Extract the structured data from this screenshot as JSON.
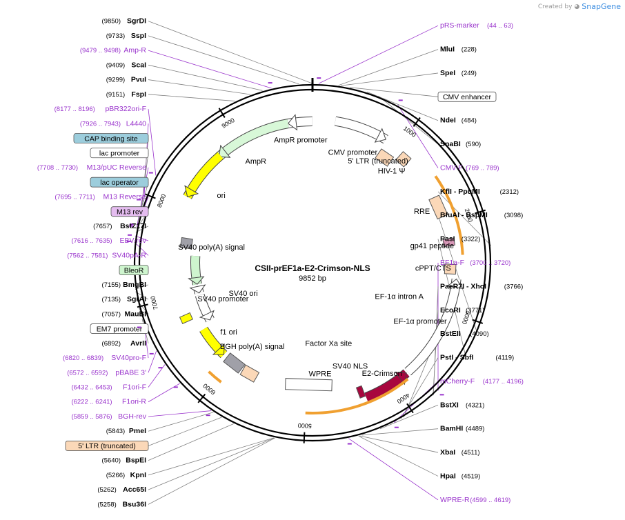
{
  "credit": {
    "prefix": "Created by",
    "brand": "SnapGene"
  },
  "plasmid": {
    "name": "CSII-prEF1a-E2-Crimson-NLS",
    "length_label": "9852 bp",
    "length": 9852
  },
  "ticks": [
    "1000",
    "2000",
    "3000",
    "4000",
    "5000",
    "6000",
    "7000",
    "8000",
    "9000"
  ],
  "colors": {
    "primer": "#9933cc",
    "amp": "#d8f8d8",
    "ori": "#ffff00",
    "orange": "#f0a030",
    "crimson": "#a8063e",
    "pink": "#d898b8",
    "promoter": "#ffffff",
    "bleo": "#cef5ce",
    "cap": "#9ccddc",
    "ltr": "#fbd8b8",
    "m13rev": "#e4bcef",
    "gray": "#a0a0a8"
  },
  "sites": [
    {
      "name": "SgrDI",
      "pos": "(9850)",
      "ppos": 9850,
      "side": "L",
      "kind": "enzyme",
      "icon": ""
    },
    {
      "name": "SspI",
      "pos": "(9733)",
      "ppos": 9733,
      "side": "L",
      "kind": "enzyme",
      "icon": ""
    },
    {
      "name": "Amp-R",
      "pos": "(9479 .. 9498)",
      "ppos": 9490,
      "side": "L",
      "kind": "primer",
      "icon": "primer-arrow-icon"
    },
    {
      "name": "ScaI",
      "pos": "(9409)",
      "ppos": 9409,
      "side": "L",
      "kind": "enzyme",
      "icon": ""
    },
    {
      "name": "PvuI",
      "pos": "(9299)",
      "ppos": 9299,
      "side": "L",
      "kind": "enzyme",
      "icon": ""
    },
    {
      "name": "FspI",
      "pos": "(9151)",
      "ppos": 9151,
      "side": "L",
      "kind": "enzyme",
      "icon": ""
    },
    {
      "name": "pBR322ori-F",
      "pos": "(8177 .. 8196)",
      "ppos": 8186,
      "side": "L",
      "kind": "primer",
      "icon": "primer-arrow-icon"
    },
    {
      "name": "L4440",
      "pos": "(7926 .. 7943)",
      "ppos": 7935,
      "side": "L",
      "kind": "primer",
      "icon": "primer-arrow-icon"
    },
    {
      "name": "CAP binding site",
      "pos": "",
      "ppos": 7880,
      "side": "L",
      "kind": "box",
      "color": "cap",
      "icon": ""
    },
    {
      "name": "lac promoter",
      "pos": "",
      "ppos": 7850,
      "side": "L",
      "kind": "box",
      "color": "promoter",
      "icon": ""
    },
    {
      "name": "M13/pUC Reverse",
      "pos": "(7708 .. 7730)",
      "ppos": 7719,
      "side": "L",
      "kind": "primer",
      "icon": "primer-arrow-icon"
    },
    {
      "name": "lac operator",
      "pos": "",
      "ppos": 7750,
      "side": "L",
      "kind": "box",
      "color": "cap",
      "icon": ""
    },
    {
      "name": "M13 Reverse",
      "pos": "(7695 .. 7711)",
      "ppos": 7703,
      "side": "L",
      "kind": "primer",
      "icon": "primer-arrow-icon"
    },
    {
      "name": "M13 rev",
      "pos": "",
      "ppos": 7690,
      "side": "L",
      "kind": "box",
      "color": "m13rev",
      "icon": ""
    },
    {
      "name": "BstZ17I",
      "pos": "(7657)",
      "ppos": 7657,
      "side": "L",
      "kind": "enzyme",
      "icon": ""
    },
    {
      "name": "EBV-rev",
      "pos": "(7616 .. 7635)",
      "ppos": 7625,
      "side": "L",
      "kind": "primer",
      "icon": "primer-arrow-icon"
    },
    {
      "name": "SV40pA-R",
      "pos": "(7562 .. 7581)",
      "ppos": 7571,
      "side": "L",
      "kind": "primer",
      "icon": "primer-arrow-icon"
    },
    {
      "name": "BleoR",
      "pos": "",
      "ppos": 7300,
      "side": "L",
      "kind": "box",
      "color": "bleo",
      "icon": ""
    },
    {
      "name": "BmgBI",
      "pos": "(7155)",
      "ppos": 7155,
      "side": "L",
      "kind": "enzyme",
      "icon": ""
    },
    {
      "name": "SgrAI",
      "pos": "(7135)",
      "ppos": 7135,
      "side": "L",
      "kind": "enzyme",
      "icon": ""
    },
    {
      "name": "MauBI",
      "pos": "(7057)",
      "ppos": 7057,
      "side": "L",
      "kind": "enzyme",
      "icon": ""
    },
    {
      "name": "EM7 promoter",
      "pos": "",
      "ppos": 6990,
      "side": "L",
      "kind": "box",
      "color": "promoter",
      "icon": ""
    },
    {
      "name": "AvrII",
      "pos": "(6892)",
      "ppos": 6892,
      "side": "L",
      "kind": "enzyme",
      "icon": ""
    },
    {
      "name": "SV40pro-F",
      "pos": "(6820 .. 6839)",
      "ppos": 6830,
      "side": "L",
      "kind": "primer",
      "icon": "primer-arrow-icon"
    },
    {
      "name": "pBABE 3'",
      "pos": "(6572 .. 6592)",
      "ppos": 6582,
      "side": "L",
      "kind": "primer",
      "icon": "primer-arrow-icon"
    },
    {
      "name": "F1ori-F",
      "pos": "(6432 .. 6453)",
      "ppos": 6442,
      "side": "L",
      "kind": "primer",
      "icon": "primer-arrow-icon"
    },
    {
      "name": "F1ori-R",
      "pos": "(6222 .. 6241)",
      "ppos": 6231,
      "side": "L",
      "kind": "primer",
      "icon": "primer-arrow-icon"
    },
    {
      "name": "BGH-rev",
      "pos": "(5859 .. 5876)",
      "ppos": 5867,
      "side": "L",
      "kind": "primer",
      "icon": "primer-arrow-icon"
    },
    {
      "name": "PmeI",
      "pos": "(5843)",
      "ppos": 5843,
      "side": "L",
      "kind": "enzyme",
      "icon": ""
    },
    {
      "name": "5' LTR (truncated)",
      "pos": "",
      "ppos": 5760,
      "side": "L",
      "kind": "box",
      "color": "ltr",
      "icon": ""
    },
    {
      "name": "BspEI",
      "pos": "(5640)",
      "ppos": 5640,
      "side": "L",
      "kind": "enzyme",
      "icon": ""
    },
    {
      "name": "KpnI",
      "pos": "(5266)",
      "ppos": 5266,
      "side": "L",
      "kind": "enzyme",
      "icon": ""
    },
    {
      "name": "Acc65I",
      "pos": "(5262)",
      "ppos": 5262,
      "side": "L",
      "kind": "enzyme",
      "icon": ""
    },
    {
      "name": "Bsu36I",
      "pos": "(5258)",
      "ppos": 5258,
      "side": "L",
      "kind": "enzyme",
      "icon": ""
    },
    {
      "name": "pRS-marker",
      "pos": "(44 .. 63)",
      "ppos": 54,
      "side": "R",
      "kind": "primer",
      "icon": "primer-arrow-icon"
    },
    {
      "name": "MluI",
      "pos": "(228)",
      "ppos": 228,
      "side": "R",
      "kind": "enzyme",
      "icon": ""
    },
    {
      "name": "SpeI",
      "pos": "(249)",
      "ppos": 249,
      "side": "R",
      "kind": "enzyme",
      "icon": ""
    },
    {
      "name": "CMV enhancer",
      "pos": "",
      "ppos": 330,
      "side": "R",
      "kind": "box",
      "color": "promoter",
      "icon": ""
    },
    {
      "name": "NdeI",
      "pos": "(484)",
      "ppos": 484,
      "side": "R",
      "kind": "enzyme",
      "icon": ""
    },
    {
      "name": "SnaBI",
      "pos": "(590)",
      "ppos": 590,
      "side": "R",
      "kind": "enzyme",
      "icon": ""
    },
    {
      "name": "CMV-F",
      "pos": "(769 .. 789)",
      "ppos": 779,
      "side": "R",
      "kind": "primer",
      "icon": "primer-arrow-icon"
    },
    {
      "name": "KflI  - PpuMI",
      "pos": "(2312)",
      "ppos": 2312,
      "side": "R",
      "kind": "enzyme",
      "icon": ""
    },
    {
      "name": "BfuAI  - BspMI",
      "pos": "(3098)",
      "ppos": 3098,
      "side": "R",
      "kind": "enzyme",
      "icon": ""
    },
    {
      "name": "PasI",
      "pos": "(3322)",
      "ppos": 3322,
      "side": "R",
      "kind": "enzyme",
      "icon": ""
    },
    {
      "name": "EF1a-F",
      "pos": "(3700 .. 3720)",
      "ppos": 3710,
      "side": "R",
      "kind": "primer",
      "icon": "primer-arrow-icon"
    },
    {
      "name": "PaeR7I  - XhoI",
      "pos": "(3766)",
      "ppos": 3766,
      "side": "R",
      "kind": "enzyme",
      "icon": ""
    },
    {
      "name": "EcoRI",
      "pos": "(3771)",
      "ppos": 3771,
      "side": "R",
      "kind": "enzyme",
      "icon": ""
    },
    {
      "name": "BstEII",
      "pos": "(4090)",
      "ppos": 4090,
      "side": "R",
      "kind": "enzyme",
      "icon": ""
    },
    {
      "name": "PstI  - SbfI",
      "pos": "(4119)",
      "ppos": 4119,
      "side": "R",
      "kind": "enzyme",
      "icon": ""
    },
    {
      "name": "mCherry-F",
      "pos": "(4177 .. 4196)",
      "ppos": 4186,
      "side": "R",
      "kind": "primer",
      "icon": "primer-arrow-icon"
    },
    {
      "name": "BstXI",
      "pos": "(4321)",
      "ppos": 4321,
      "side": "R",
      "kind": "enzyme",
      "icon": ""
    },
    {
      "name": "BamHI",
      "pos": "(4489)",
      "ppos": 4489,
      "side": "R",
      "kind": "enzyme",
      "icon": ""
    },
    {
      "name": "XbaI",
      "pos": "(4511)",
      "ppos": 4511,
      "side": "R",
      "kind": "enzyme",
      "icon": ""
    },
    {
      "name": "HpaI",
      "pos": "(4519)",
      "ppos": 4519,
      "side": "R",
      "kind": "enzyme",
      "icon": ""
    },
    {
      "name": "WPRE-R",
      "pos": "(4599 .. 4619)",
      "ppos": 4609,
      "side": "R",
      "kind": "primer",
      "icon": "primer-arrow-icon"
    }
  ],
  "features": [
    {
      "name": "AmpR promoter",
      "start": 9580,
      "end": 9850,
      "dir": -1,
      "color": "promoter",
      "icon": "promoter-arrow-icon"
    },
    {
      "name": "AmpR",
      "start": 8720,
      "end": 9580,
      "dir": -1,
      "color": "amp",
      "icon": "amp-arrow-icon"
    },
    {
      "name": "ori",
      "start": 8150,
      "end": 8740,
      "dir": -1,
      "color": "ori",
      "icon": "ori-arrow-icon"
    },
    {
      "name": "SV40 poly(A) signal",
      "start": 7570,
      "end": 7690,
      "dir": 0,
      "color": "gray",
      "icon": ""
    },
    {
      "name": "BleoR",
      "start": 7100,
      "end": 7480,
      "dir": -1,
      "color": "bleo",
      "icon": "bleo-arrow-icon"
    },
    {
      "name": "EM7 promoter",
      "start": 6980,
      "end": 7040,
      "dir": -1,
      "color": "promoter",
      "icon": ""
    },
    {
      "name": "SV40 promoter",
      "start": 6590,
      "end": 6950,
      "dir": -1,
      "color": "promoter",
      "icon": "sv40-promoter-arrow-icon"
    },
    {
      "name": "SV40 ori",
      "start": 6700,
      "end": 6780,
      "dir": 0,
      "color": "ori",
      "icon": ""
    },
    {
      "name": "f1 ori",
      "start": 6130,
      "end": 6530,
      "dir": -1,
      "color": "ori",
      "icon": "f1-ori-arrow-icon"
    },
    {
      "name": "BGH poly(A) signal",
      "start": 5850,
      "end": 6080,
      "dir": 0,
      "color": "gray",
      "icon": ""
    },
    {
      "name": "5' LTR (truncated)",
      "start": 5640,
      "end": 5830,
      "dir": 0,
      "color": "ltr",
      "icon": ""
    },
    {
      "name": "CMV promoter",
      "start": 250,
      "end": 840,
      "dir": 1,
      "color": "promoter",
      "icon": "cmv-arrow-icon"
    },
    {
      "name": "5' LTR (truncated)",
      "start": 850,
      "end": 1030,
      "dir": 0,
      "color": "ltr",
      "icon": ""
    },
    {
      "name": "HIV-1 Ψ",
      "start": 1070,
      "end": 1190,
      "dir": 0,
      "color": "ltr",
      "icon": ""
    },
    {
      "name": "RRE",
      "start": 1690,
      "end": 1930,
      "dir": 0,
      "color": "ltr",
      "icon": ""
    },
    {
      "name": "gp41 peptide",
      "start": 2190,
      "end": 2270,
      "dir": 0,
      "color": "pink",
      "icon": ""
    },
    {
      "name": "cPPT/CTS",
      "start": 2480,
      "end": 2590,
      "dir": 0,
      "color": "ltr",
      "icon": ""
    },
    {
      "name": "EF-1α promoter",
      "start": 2640,
      "end": 3800,
      "dir": -1,
      "color": "promoter",
      "icon": "ef1a-arrow-icon"
    },
    {
      "name": "E2-Crimson",
      "start": 3820,
      "end": 4330,
      "dir": -1,
      "color": "crimson",
      "icon": "crimson-arrow-icon"
    },
    {
      "name": "SV40 NLS",
      "start": 4340,
      "end": 4390,
      "dir": 0,
      "color": "crimson",
      "icon": ""
    },
    {
      "name": "WPRE",
      "start": 4680,
      "end": 5270,
      "dir": 0,
      "color": "promoter",
      "icon": ""
    }
  ],
  "inner_labels": [
    "AmpR promoter",
    "AmpR",
    "ori",
    "SV40 poly(A) signal",
    "SV40 promoter",
    "SV40 ori",
    "f1 ori",
    "BGH poly(A) signal",
    "CMV promoter",
    "5' LTR (truncated)",
    "HIV-1 Ψ",
    "RRE",
    "gp41 peptide",
    "cPPT/CTS",
    "EF-1α promoter",
    "EF-1α intron A",
    "E2-Crimson",
    "SV40 NLS",
    "WPRE",
    "Factor Xa site"
  ]
}
